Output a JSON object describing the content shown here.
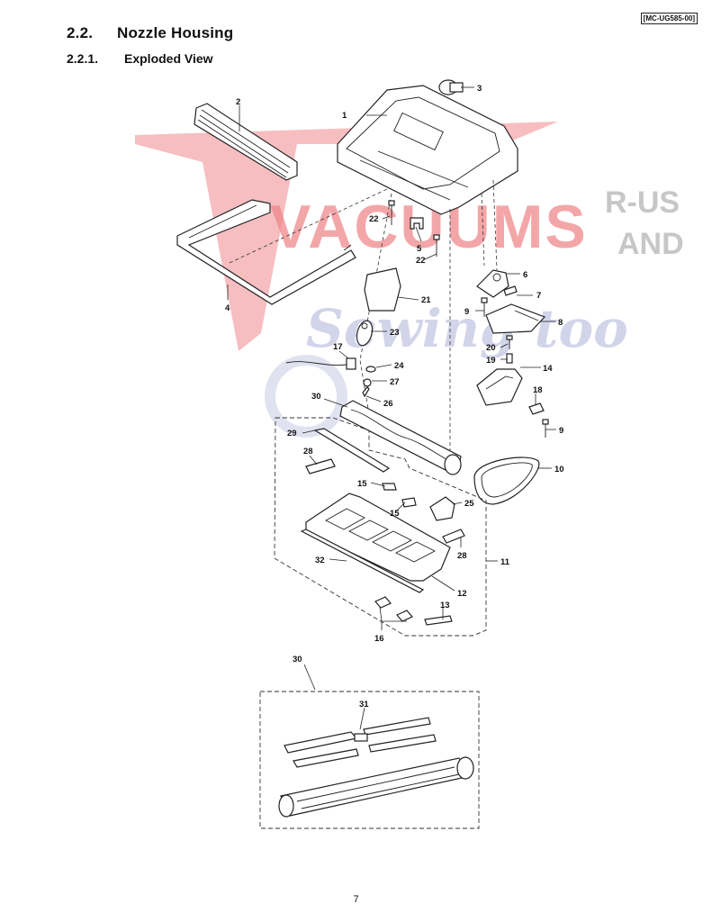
{
  "header": {
    "model_code": "[MC-UG585-00]"
  },
  "section": {
    "number": "2.2.",
    "title": "Nozzle Housing"
  },
  "subsection": {
    "number": "2.2.1.",
    "title": "Exploded View"
  },
  "watermark": {
    "line1": "VACUUMS",
    "rus": "R-US",
    "and": "AND",
    "line2": "Sewing too",
    "red": "#e8545a",
    "gray": "#9a9a9a",
    "blue": "#a9add6"
  },
  "callouts": {
    "c1": "1",
    "c2": "2",
    "c3": "3",
    "c4": "4",
    "c5": "5",
    "c6": "6",
    "c7": "7",
    "c8": "8",
    "c9a": "9",
    "c9b": "9",
    "c10": "10",
    "c11": "11",
    "c12": "12",
    "c13": "13",
    "c14": "14",
    "c15a": "15",
    "c15b": "15",
    "c16": "16",
    "c17": "17",
    "c18": "18",
    "c19": "19",
    "c20": "20",
    "c21": "21",
    "c22a": "22",
    "c22b": "22",
    "c23": "23",
    "c24": "24",
    "c25": "25",
    "c26": "26",
    "c27": "27",
    "c28a": "28",
    "c28b": "28",
    "c29": "29",
    "c30a": "30",
    "c30b": "30",
    "c31": "31",
    "c32": "32"
  },
  "footer": {
    "page_number": "7"
  }
}
